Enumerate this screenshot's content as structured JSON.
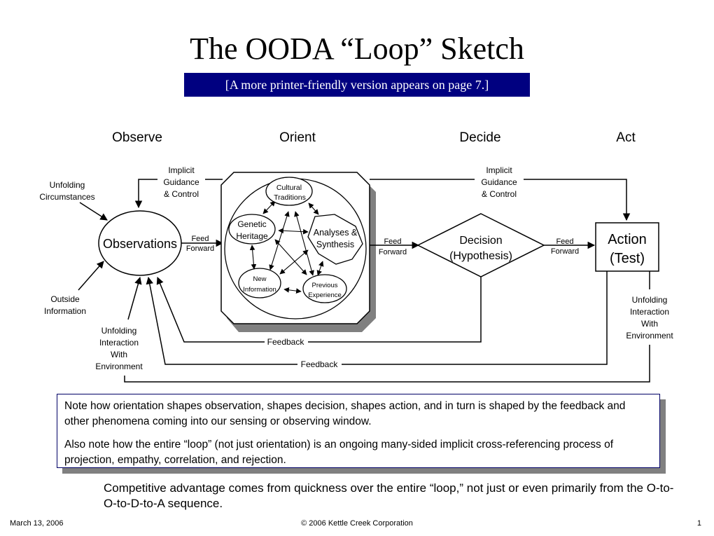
{
  "title": "The OODA “Loop” Sketch",
  "banner": "[A more printer-friendly version appears on page 7.]",
  "phases": [
    "Observe",
    "Orient",
    "Decide",
    "Act"
  ],
  "diagram": {
    "observations": "Observations",
    "unfolding_circumstances": [
      "Unfolding",
      "Circumstances"
    ],
    "outside_information": [
      "Outside",
      "Information"
    ],
    "unfolding_interaction_left": [
      "Unfolding",
      "Interaction",
      "With",
      "Environment"
    ],
    "unfolding_interaction_right": [
      "Unfolding",
      "Interaction",
      "With",
      "Environment"
    ],
    "implicit_guidance_left": [
      "Implicit",
      "Guidance",
      "& Control"
    ],
    "implicit_guidance_right": [
      "Implicit",
      "Guidance",
      "& Control"
    ],
    "feed_forward": [
      "Feed",
      "Forward"
    ],
    "orient_nodes": {
      "cultural_traditions": [
        "Cultural",
        "Traditions"
      ],
      "genetic_heritage": [
        "Genetic",
        "Heritage"
      ],
      "analyses_synthesis": [
        "Analyses &",
        "Synthesis"
      ],
      "new_information": [
        "New",
        "Information"
      ],
      "previous_experience": [
        "Previous",
        "Experience"
      ]
    },
    "decision": [
      "Decision",
      "(Hypothesis)"
    ],
    "action": [
      "Action",
      "(Test)"
    ],
    "feedback": "Feedback"
  },
  "notes": [
    "Note how orientation shapes observation, shapes decision, shapes action, and in turn is shaped by the feedback and other phenomena coming into our sensing or observing window.",
    "Also note how the entire “loop” (not just orientation) is an ongoing many-sided implicit cross-referencing process of projection, empathy, correlation, and rejection."
  ],
  "advantage": "Competitive advantage comes from quickness over the entire “loop,” not just or even primarily from the O-to-O-to-D-to-A sequence.",
  "footer": {
    "date": "March 13, 2006",
    "copyright": "© 2006 Kettle Creek Corporation",
    "page": "1"
  },
  "colors": {
    "banner": "#000080",
    "shadow": "#808080"
  }
}
